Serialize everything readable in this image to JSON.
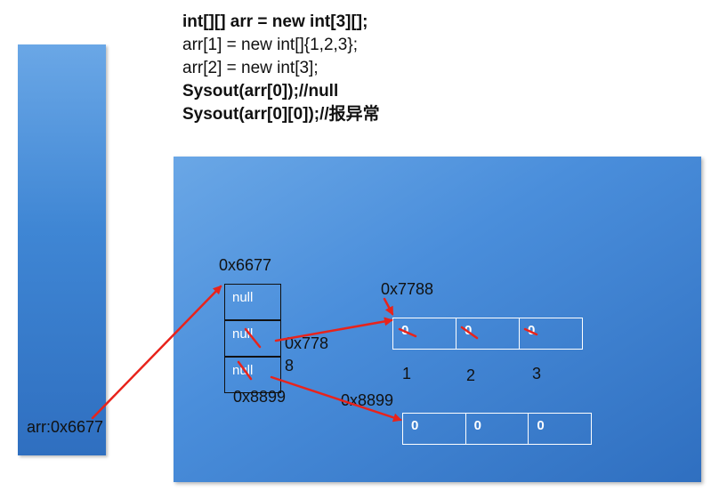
{
  "code_lines": [
    "int[][] arr = new int[3][];",
    "arr[1] = new int[]{1,2,3};",
    "arr[2] = new int[3];",
    "Sysout(arr[0]);//null",
    "Sysout(arr[0][0]);//报异常"
  ],
  "stack": {
    "label": "arr:0x6677"
  },
  "heap": {
    "outer_address": "0x6677",
    "outer_cells": [
      "null",
      "null",
      "null"
    ],
    "array1_address": "0x7788",
    "array1_pointer_label_a": "0x778",
    "array1_pointer_label_b": "8",
    "array1_cells": [
      "0",
      "0",
      "0"
    ],
    "array1_new_values": [
      "1",
      "2",
      "3"
    ],
    "array2_address": "0x8899",
    "array2_pointer_label": "0x8899",
    "array2_cells": [
      "0",
      "0",
      "0"
    ]
  },
  "colors": {
    "arrow": "#e8231b",
    "panel": "#4a8edb"
  }
}
